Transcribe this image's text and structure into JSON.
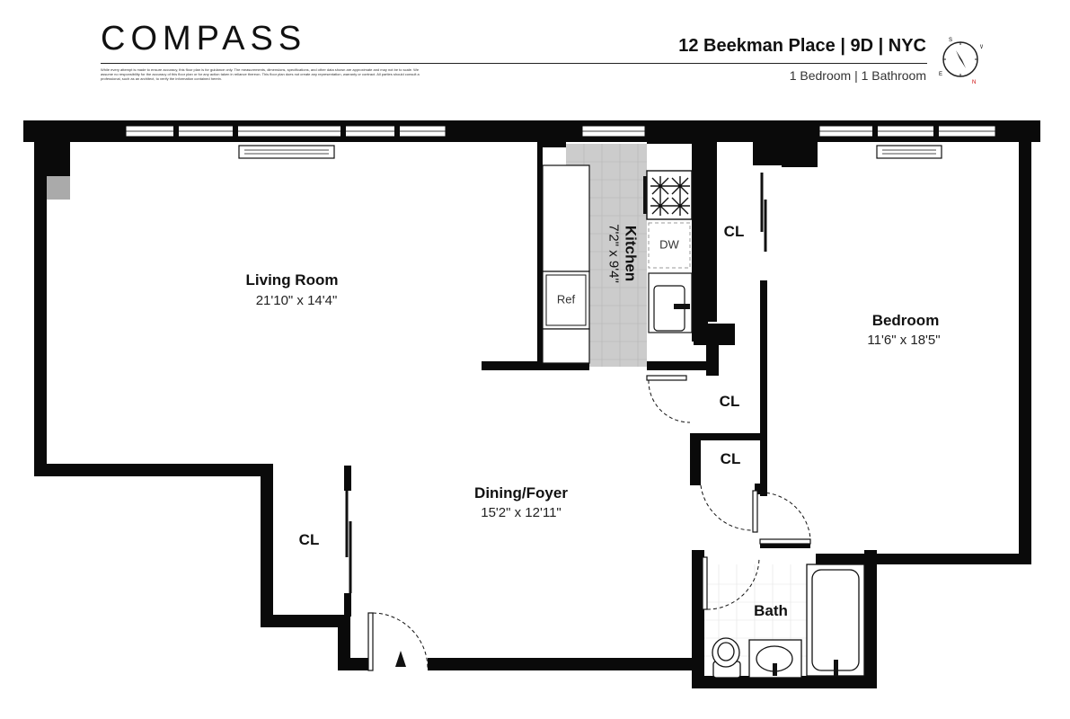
{
  "header": {
    "logo": "COMPASS",
    "disclaimer": "While every attempt is made to ensure accuracy, this floor plan is for guidance only. The measurements, dimensions, specifications, and other data shown are approximate and may not be to scale. We assume no responsibility for the accuracy of this floor plan or for any action taken in reliance thereon. This floor plan does not create any representation, warranty or contract. All parties should consult a professional, such as an architect, to verify the information contained herein.",
    "address": "12 Beekman Place | 9D | NYC",
    "summary": "1 Bedroom | 1 Bathroom"
  },
  "rooms": {
    "living": {
      "name": "Living Room",
      "dims": "21'10\" x 14'4\""
    },
    "kitchen": {
      "name": "Kitchen",
      "dims": "7'2\" x 9'4\""
    },
    "bedroom": {
      "name": "Bedroom",
      "dims": "11'6\" x 18'5\""
    },
    "dining": {
      "name": "Dining/Foyer",
      "dims": "15'2\" x 12'11\""
    },
    "bath": {
      "name": "Bath"
    }
  },
  "closets": {
    "bedroom_cl": "CL",
    "hall_cl_1": "CL",
    "hall_cl_2": "CL",
    "foyer_cl": "CL"
  },
  "fixtures": {
    "refrigerator": "Ref",
    "dishwasher": "DW"
  },
  "compass": {
    "icon": "compass-rose-icon"
  },
  "colors": {
    "wall": "#0a0a0a",
    "kitchen_floor": "#cccccc",
    "window": "#ffffff"
  }
}
